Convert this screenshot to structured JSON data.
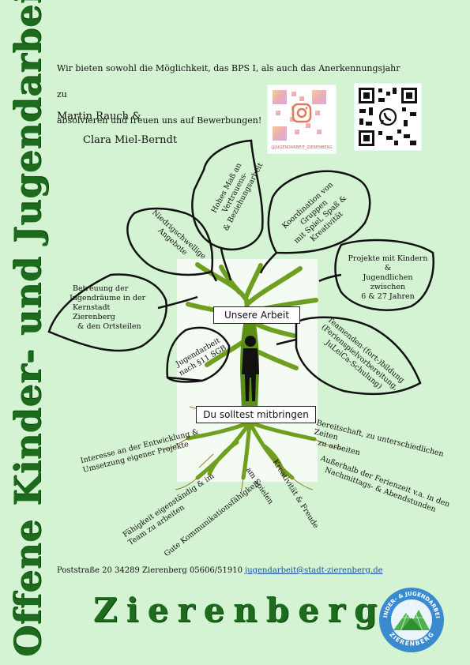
{
  "vertical_title": "Offene Kinder- und Jugendarbeit",
  "intro": {
    "line1": "Wir bieten sowohl die Möglichkeit, das BPS I, als auch das Anerkennungsjahr zu",
    "line2": "absolvieren und freuen uns auf Bewerbungen!"
  },
  "contacts": {
    "name1": "Martin Rauch &",
    "name2": "Clara Miel-Berndt"
  },
  "instagram_handle": "@JUGENDARBEIT_ZIERENBERG",
  "labels": {
    "arbeit": "Unsere Arbeit",
    "mitbringen": "Du solltest mitbringen"
  },
  "leaves": {
    "vertrauen": [
      "Hohes Maß an",
      "Vertrauens-",
      "& Beziehungsarbeit"
    ],
    "koordination": [
      "Koordination von",
      "Gruppen",
      "mit Spiel, Spaß &",
      "Kreativität"
    ],
    "niedrig": [
      "Niedrigschwellige",
      "Angebote"
    ],
    "projekte": [
      "Projekte mit Kindern",
      "&",
      "Jugendlichen zwischen",
      "6 & 27 Jahren"
    ],
    "betreuung": [
      "Betreuung der",
      "Jugendräume in der",
      "Kernstadt",
      "Zierenberg",
      "& den Ortsteilen"
    ],
    "jugendarbeit": [
      "Jugendarbeit",
      "nach §11 SGB"
    ],
    "teamenden": [
      "Teamenden-(fort-)bildung",
      "(Ferienspielvorbereitung,",
      "JuLeiCa-Schulung)"
    ]
  },
  "roots": {
    "interesse": [
      "Interesse an der Entwicklung &",
      "Umsetzung eigener Projekte"
    ],
    "faehigkeit": [
      "Fähigkeit eigenständig & im",
      "Team zu arbeiten"
    ],
    "kommunikation": "Gute Kommunikationsfähigkeit",
    "spielen": "am Spielen",
    "kreativitaet": "Kreativität & Freude",
    "bereitschaft": [
      "Bereitschaft, zu unterschiedlichen Zeiten",
      "zu arbeiten"
    ],
    "ausserhalb": [
      "Außerhalb der Ferienzeit v.a. in den",
      "Nachmittags- & Abendstunden"
    ]
  },
  "footer": {
    "address": "Poststraße 20 34289 Zierenberg 05606/51910",
    "email": "jugendarbeit@stadt-zierenberg.de"
  },
  "city": "Zierenberg",
  "logo": {
    "top_text": "KINDER- & JUGENDARBEIT",
    "bottom_text": "ZIERENBERG"
  },
  "colors": {
    "background": "#d4f3d2",
    "title_green": "#1d6b1d",
    "tree_green": "#6f9f1e",
    "root_brown": "#9c7a2a"
  }
}
